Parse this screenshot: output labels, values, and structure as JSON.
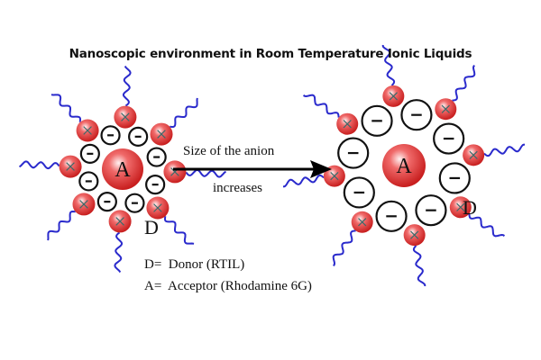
{
  "title": "Nanoscopic environment in Room Temperature Ionic Liquids",
  "arrow": {
    "line1": "Size of the anion",
    "line2": "increases"
  },
  "labels": {
    "acceptor": "A",
    "donor": "D"
  },
  "legend": [
    {
      "key": "D=",
      "text": "Donor (RTIL)"
    },
    {
      "key": "A=",
      "text": "Acceptor (Rhodamine 6G)"
    }
  ],
  "colors": {
    "cation": "#e23b3b",
    "tail": "#2a2acc",
    "anion_stroke": "#111111",
    "text": "#111111"
  }
}
